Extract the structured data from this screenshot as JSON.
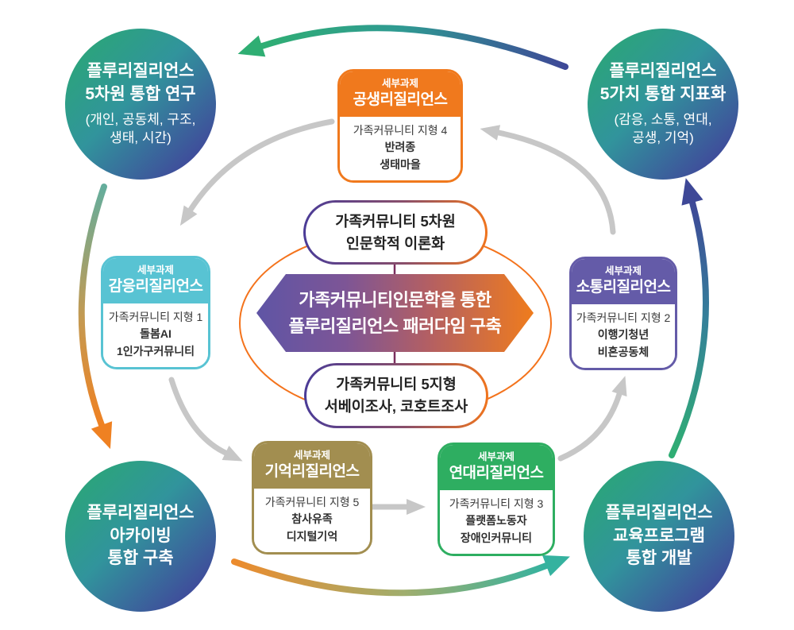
{
  "center": {
    "hexagon_lines": [
      "가족커뮤니티인문학을 통한",
      "플루리질리언스 패러다임 구축"
    ],
    "oval_top_lines": [
      "가족커뮤니티 5차원",
      "인문학적 이론화"
    ],
    "oval_bottom_lines": [
      "가족커뮤니티 5지형",
      "서베이조사, 코호트조사"
    ]
  },
  "circles": {
    "top_left": {
      "bold": [
        "플루리질리언스",
        "5차원 통합 연구"
      ],
      "sub": [
        "(개인, 공동체, 구조,",
        "생태, 시간)"
      ]
    },
    "top_right": {
      "bold": [
        "플루리질리언스",
        "5가치 통합 지표화"
      ],
      "sub": [
        "(감응, 소통, 연대,",
        "공생, 기억)"
      ]
    },
    "bottom_left": {
      "bold": [
        "플루리질리언스",
        "아카이빙",
        "통합 구축"
      ]
    },
    "bottom_right": {
      "bold": [
        "플루리질리언스",
        "교육프로그램",
        "통합 개발"
      ]
    }
  },
  "cards": {
    "symbiosis": {
      "badge": "세부과제",
      "title": "공생리질리언스",
      "lines": [
        "가족커뮤니티 지형 4",
        "반려종",
        "생태마을"
      ],
      "color": "#F0791D"
    },
    "affect": {
      "badge": "세부과제",
      "title": "감응리질리언스",
      "lines": [
        "가족커뮤니티 지형 1",
        "돌봄AI",
        "1인가구커뮤니티"
      ],
      "color": "#58C3D3"
    },
    "communication": {
      "badge": "세부과제",
      "title": "소통리질리언스",
      "lines": [
        "가족커뮤니티 지형 2",
        "이행기청년",
        "비혼공동체"
      ],
      "color": "#645BA8"
    },
    "memory": {
      "badge": "세부과제",
      "title": "기억리질리언스",
      "lines": [
        "가족커뮤니티 지형 5",
        "참사유족",
        "디지털기억"
      ],
      "color": "#A28E50"
    },
    "solidarity": {
      "badge": "세부과제",
      "title": "연대리질리언스",
      "lines": [
        "가족커뮤니티 지형 3",
        "플랫폼노동자",
        "장애인커뮤니티"
      ],
      "color": "#2EAE61"
    }
  },
  "palette": {
    "circle_gradient_start": "#2AA873",
    "circle_gradient_end": "#40499B",
    "hexagon_gradient_start": "#5F55A5",
    "hexagon_gradient_end": "#EF7C1D",
    "inner_ellipse_ring": "#F4731C",
    "gray_arrow": "#C7C7C7",
    "arc_top_end": "#2FAE73",
    "arc_left_end": "#EF8122",
    "arc_bottom_end": "#35B29F",
    "arc_right_end": "#3E4897"
  }
}
